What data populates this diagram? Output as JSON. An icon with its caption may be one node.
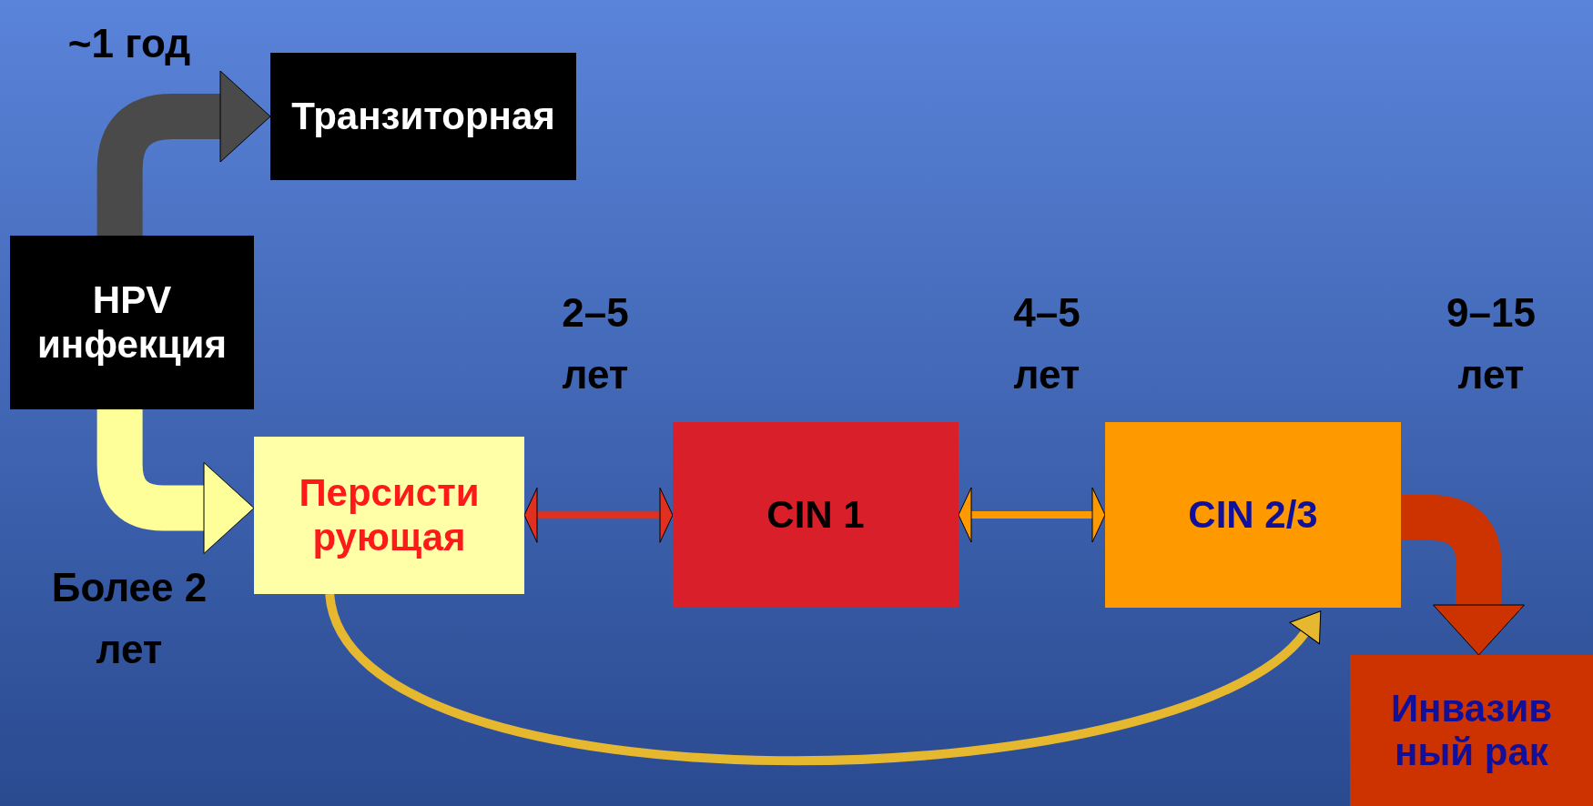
{
  "diagram": {
    "nodes": [
      {
        "text": [
          "HPV инфекция"
        ]
      },
      {
        "text": [
          "Транзиторная"
        ]
      },
      {
        "text": [
          "Персисти рующая"
        ]
      },
      {
        "text": [
          "CIN 1"
        ]
      },
      {
        "text": [
          "CIN 2/3"
        ]
      },
      {
        "text": [
          "Инвазив ный рак"
        ]
      }
    ],
    "edges": [
      {
        "from": 0,
        "to": 1,
        "arrow": "to",
        "label": "~1 год",
        "style": "thick",
        "color": "#4a4a4a"
      },
      {
        "from": 0,
        "to": 2,
        "arrow": "to",
        "label": "Более 2 лет",
        "style": "thick",
        "color": "#ffff99"
      },
      {
        "from": 2,
        "to": 3,
        "arrow": "both",
        "label": "2–5 лет",
        "color": "#e03020"
      },
      {
        "from": 3,
        "to": 4,
        "arrow": "both",
        "label": "4–5 лет",
        "color": "#ff9900"
      },
      {
        "from": 4,
        "to": 5,
        "arrow": "to",
        "label": "9–15 лет",
        "style": "thick",
        "color": "#cc3300"
      },
      {
        "from": 2,
        "to": 4,
        "arrow": "to",
        "color": "#e6b830"
      }
    ]
  }
}
